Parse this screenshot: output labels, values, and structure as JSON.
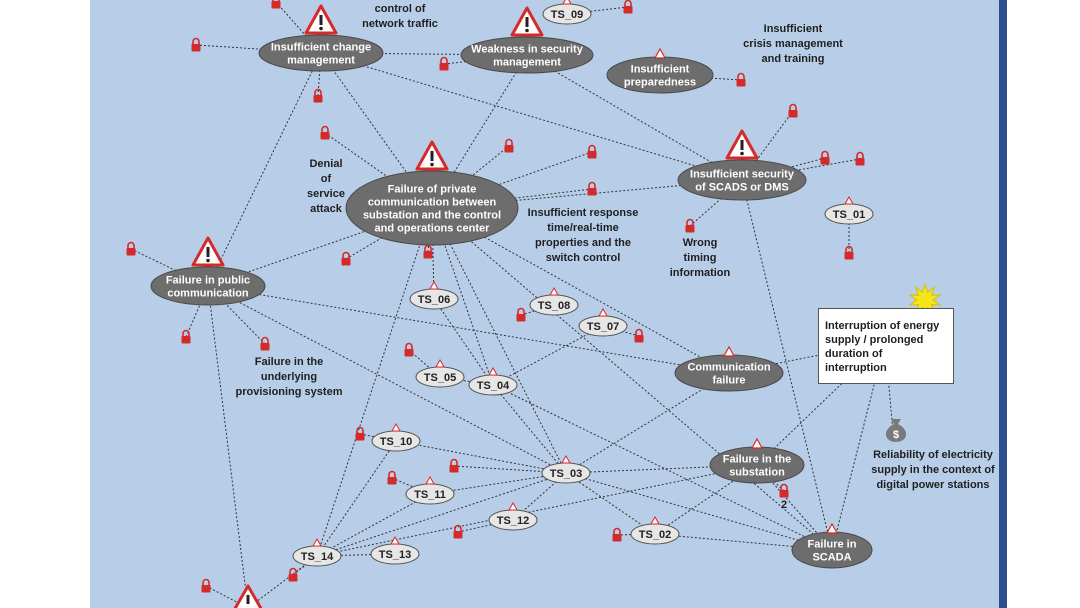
{
  "colors": {
    "background": "#b8cee8",
    "right_border": "#2c4f8c",
    "node_fill": "#6d6d6d",
    "ts_fill": "#e6e6e6",
    "lock": "#d42a2a",
    "warning": "#d42a2a",
    "edge": "#333333"
  },
  "nodes": [
    {
      "id": "change_mgmt",
      "lines": [
        "Insufficient change",
        "management"
      ],
      "warning": true
    },
    {
      "id": "security_mgmt",
      "lines": [
        "Weakness in security",
        "management"
      ],
      "warning": true
    },
    {
      "id": "preparedness",
      "lines": [
        "Insufficient",
        "preparedness"
      ],
      "warning": false
    },
    {
      "id": "private_comm",
      "lines": [
        "Failure of private",
        "communication between",
        "substation and the control",
        "and operations center"
      ],
      "warning": true
    },
    {
      "id": "scads",
      "lines": [
        "Insufficient security",
        "of SCADS or DMS"
      ],
      "warning": true
    },
    {
      "id": "public_comm",
      "lines": [
        "Failure in public",
        "communication"
      ],
      "warning": true
    },
    {
      "id": "comm_failure",
      "lines": [
        "Communication",
        "failure"
      ],
      "warning": false
    },
    {
      "id": "substation",
      "lines": [
        "Failure in the",
        "substation"
      ],
      "warning": false
    },
    {
      "id": "scada",
      "lines": [
        "Failure in",
        "SCADA"
      ],
      "warning": false
    }
  ],
  "ts_nodes": [
    "TS_09",
    "TS_01",
    "TS_06",
    "TS_08",
    "TS_07",
    "TS_05",
    "TS_04",
    "TS_10",
    "TS_03",
    "TS_11",
    "TS_12",
    "TS_02",
    "TS_14",
    "TS_13"
  ],
  "annotations": [
    {
      "id": "traffic",
      "lines": [
        "control of",
        "network traffic"
      ]
    },
    {
      "id": "crisis",
      "lines": [
        "Insufficient",
        "crisis management",
        "and training"
      ]
    },
    {
      "id": "dos",
      "lines": [
        "Denial",
        "of",
        "service",
        "attack"
      ]
    },
    {
      "id": "response",
      "lines": [
        "Insufficient response",
        "time/real-time",
        "properties and the",
        "switch control"
      ]
    },
    {
      "id": "timing",
      "lines": [
        "Wrong",
        "timing",
        "information"
      ]
    },
    {
      "id": "provisioning",
      "lines": [
        "Failure in the",
        "underlying",
        "provisioning system"
      ]
    },
    {
      "id": "reliability",
      "lines": [
        "Reliability of electricity",
        "supply in the context of",
        "digital power stations"
      ]
    },
    {
      "id": "count",
      "lines": [
        "2"
      ]
    }
  ],
  "outcome": {
    "lines": [
      "Interruption of energy",
      "supply / prolonged",
      "duration of",
      "interruption"
    ]
  },
  "icons": {
    "warning": "warning-triangle-icon",
    "lock": "padlock-icon",
    "starburst": "starburst-icon",
    "money": "money-bag-icon"
  },
  "money_symbol": "$"
}
